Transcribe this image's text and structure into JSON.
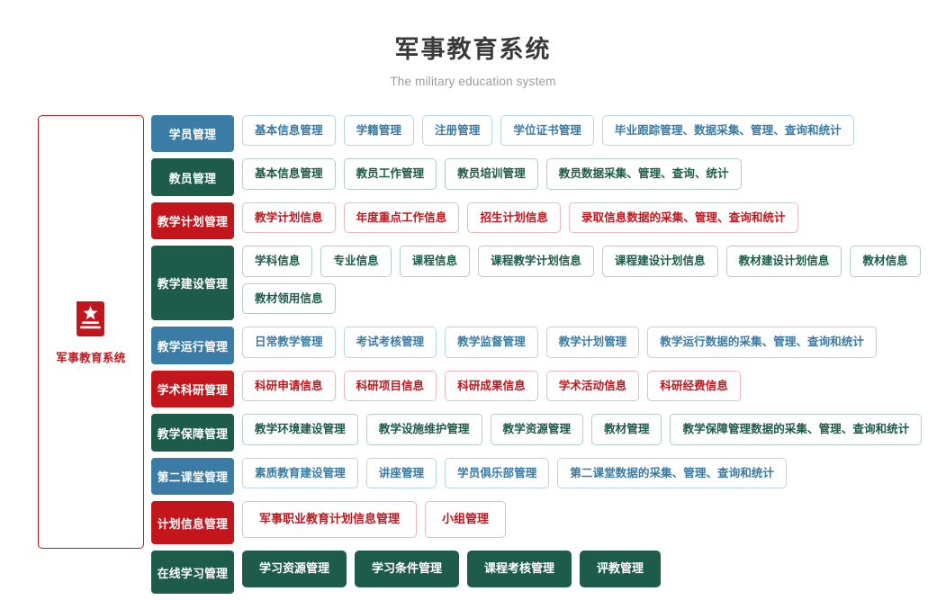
{
  "header": {
    "title": "军事教育系统",
    "subtitle": "The military education system"
  },
  "sidebar": {
    "logo_icon": "book-star-icon",
    "label": "军事教育系统",
    "border_color": "#c3161c"
  },
  "colors": {
    "blue": "#3a7ca5",
    "green": "#1d5c4a",
    "red": "#c3161c",
    "title_text": "#3a3a3a",
    "subtitle_text": "#9b9b9b"
  },
  "rows": [
    {
      "label": "学员管理",
      "theme": "blue",
      "items": [
        {
          "label": "基本信息管理",
          "style": "outline"
        },
        {
          "label": "学籍管理",
          "style": "outline"
        },
        {
          "label": "注册管理",
          "style": "outline"
        },
        {
          "label": "学位证书管理",
          "style": "outline"
        },
        {
          "label": "毕业跟踪管理、数据采集、管理、查询和统计",
          "style": "outline"
        }
      ]
    },
    {
      "label": "教员管理",
      "theme": "green",
      "items": [
        {
          "label": "基本信息管理",
          "style": "outline"
        },
        {
          "label": "教员工作管理",
          "style": "outline"
        },
        {
          "label": "教员培训管理",
          "style": "outline"
        },
        {
          "label": "教员数据采集、管理、查询、统计",
          "style": "outline"
        }
      ]
    },
    {
      "label": "教学计划管理",
      "theme": "red",
      "items": [
        {
          "label": "教学计划信息",
          "style": "outline"
        },
        {
          "label": "年度重点工作信息",
          "style": "outline"
        },
        {
          "label": "招生计划信息",
          "style": "outline"
        },
        {
          "label": "录取信息数据的采集、管理、查询和统计",
          "style": "outline"
        }
      ]
    },
    {
      "label": "教学建设管理",
      "theme": "green",
      "tall": true,
      "items": [
        {
          "label": "学科信息",
          "style": "outline"
        },
        {
          "label": "专业信息",
          "style": "outline"
        },
        {
          "label": "课程信息",
          "style": "outline"
        },
        {
          "label": "课程教学计划信息",
          "style": "outline"
        },
        {
          "label": "课程建设计划信息",
          "style": "outline"
        },
        {
          "label": "教材建设计划信息",
          "style": "outline"
        },
        {
          "label": "教材信息",
          "style": "outline"
        },
        {
          "label": "教材领用信息",
          "style": "outline"
        }
      ]
    },
    {
      "label": "教学运行管理",
      "theme": "blue",
      "items": [
        {
          "label": "日常教学管理",
          "style": "outline"
        },
        {
          "label": "考试考核管理",
          "style": "outline"
        },
        {
          "label": "教学监督管理",
          "style": "outline"
        },
        {
          "label": "教学计划管理",
          "style": "outline"
        },
        {
          "label": "教学运行数据的采集、管理、查询和统计",
          "style": "outline"
        }
      ]
    },
    {
      "label": "学术科研管理",
      "theme": "red",
      "items": [
        {
          "label": "科研申请信息",
          "style": "outline"
        },
        {
          "label": "科研项目信息",
          "style": "outline"
        },
        {
          "label": "科研成果信息",
          "style": "outline"
        },
        {
          "label": "学术活动信息",
          "style": "outline"
        },
        {
          "label": "科研经费信息",
          "style": "outline"
        }
      ]
    },
    {
      "label": "教学保障管理",
      "theme": "green",
      "items": [
        {
          "label": "教学环境建设管理",
          "style": "outline"
        },
        {
          "label": "教学设施维护管理",
          "style": "outline"
        },
        {
          "label": "教学资源管理",
          "style": "outline"
        },
        {
          "label": "教材管理",
          "style": "outline"
        },
        {
          "label": "教学保障管理数据的采集、管理、查询和统计",
          "style": "outline"
        }
      ]
    },
    {
      "label": "第二课堂管理",
      "theme": "blue",
      "items": [
        {
          "label": "素质教育建设管理",
          "style": "outline"
        },
        {
          "label": "讲座管理",
          "style": "outline"
        },
        {
          "label": "学员俱乐部管理",
          "style": "outline"
        },
        {
          "label": "第二课堂数据的采集、管理、查询和统计",
          "style": "outline"
        }
      ]
    },
    {
      "label": "计划信息管理",
      "theme": "red",
      "big": true,
      "items": [
        {
          "label": "军事职业教育计划信息管理",
          "style": "outline"
        },
        {
          "label": "小组管理",
          "style": "outline"
        }
      ]
    },
    {
      "label": "在线学习管理",
      "theme": "green",
      "big": true,
      "items": [
        {
          "label": "学习资源管理",
          "style": "solid",
          "theme": "blue"
        },
        {
          "label": "学习条件管理",
          "style": "solid",
          "theme": "red"
        },
        {
          "label": "课程考核管理",
          "style": "solid",
          "theme": "green"
        },
        {
          "label": "评教管理",
          "style": "solid",
          "theme": "blue"
        }
      ]
    }
  ]
}
